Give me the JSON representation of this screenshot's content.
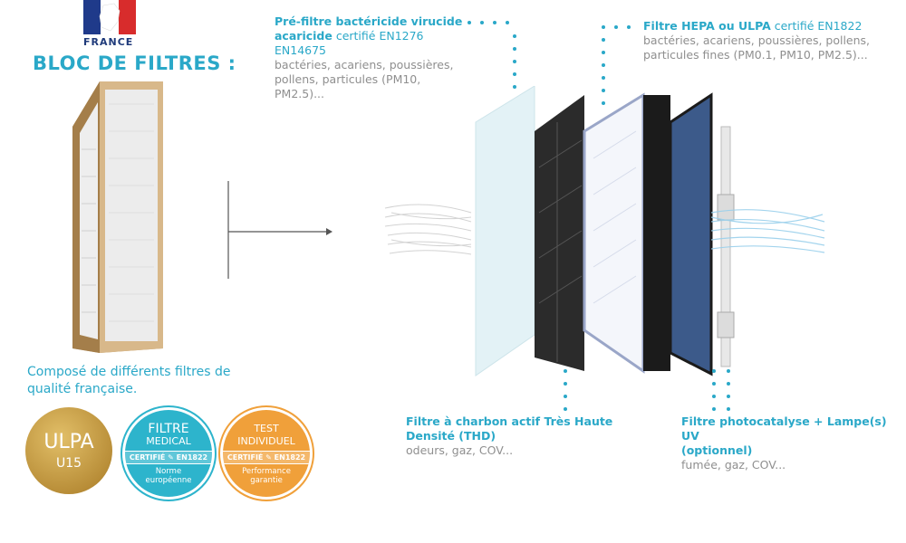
{
  "header": {
    "country": "FRANCE",
    "title": "BLOC DE FILTRES :"
  },
  "caption": {
    "line1": "Composé de différents filtres de",
    "line2": "qualité française."
  },
  "badges": [
    {
      "name": "ulpa",
      "l1": "ULPA",
      "l2": "U15",
      "color": "#c49a3a"
    },
    {
      "name": "filtre-medical",
      "l1": "FILTRE",
      "l2": "MEDICAL",
      "bar": "CERTIFIÉ ✎ EN1822",
      "l3a": "Norme",
      "l3b": "européenne",
      "color": "#2db4cc"
    },
    {
      "name": "test-individuel",
      "l1": "TEST",
      "l2": "INDIVIDUEL",
      "bar": "CERTIFIÉ ✎ EN1822",
      "l3a": "Performance",
      "l3b": "garantie",
      "color": "#f0a03a"
    }
  ],
  "labels": {
    "prefilter": {
      "bold1": "Pré-filtre bactéricide virucide",
      "bold2": "acaricide",
      "cert": " certifié EN1276 EN14675",
      "desc1": "bactéries, acariens, poussières,",
      "desc2": "pollens, particules (PM10,",
      "desc3": "PM2.5)..."
    },
    "hepa": {
      "bold": "Filtre HEPA ou ULPA",
      "cert": " certifié EN1822",
      "desc1": "bactéries, acariens, poussières, pollens,",
      "desc2": "particules fines (PM0.1, PM10, PM2.5)..."
    },
    "charbon": {
      "bold1": "Filtre à charbon actif Très Haute",
      "bold2": "Densité (THD)",
      "desc": "odeurs, gaz, COV..."
    },
    "photo": {
      "bold1": "Filtre photocatalyse + Lampe(s) UV",
      "bold2": "(optionnel)",
      "desc": "fumée, gaz, COV..."
    }
  },
  "colors": {
    "accent": "#2aa8c8",
    "text_grey": "#8f8f8f",
    "frame_wood": "#c9a673"
  },
  "icons": [
    "france-flag-icon",
    "arrow-right-icon"
  ]
}
